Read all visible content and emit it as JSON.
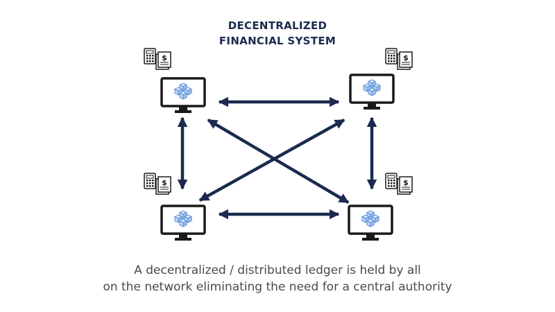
{
  "title": {
    "line1": "DECENTRALIZED",
    "line2": "FINANCIAL SYSTEM"
  },
  "caption": {
    "line1": "A decentralized / distributed ledger is held by all",
    "line2": "on the network eliminating the need for a central authority"
  },
  "nodes": [
    {
      "id": "top-left",
      "icons": [
        "computer-icon",
        "blockchain-icon",
        "calculator-icon",
        "ledger-icon"
      ]
    },
    {
      "id": "top-right",
      "icons": [
        "computer-icon",
        "blockchain-icon",
        "calculator-icon",
        "ledger-icon"
      ]
    },
    {
      "id": "bottom-left",
      "icons": [
        "computer-icon",
        "blockchain-icon",
        "calculator-icon",
        "ledger-icon"
      ]
    },
    {
      "id": "bottom-right",
      "icons": [
        "computer-icon",
        "blockchain-icon",
        "calculator-icon",
        "ledger-icon"
      ]
    }
  ],
  "connections": [
    {
      "from": "top-left",
      "to": "top-right"
    },
    {
      "from": "bottom-left",
      "to": "bottom-right"
    },
    {
      "from": "top-left",
      "to": "bottom-left"
    },
    {
      "from": "top-right",
      "to": "bottom-right"
    },
    {
      "from": "top-left",
      "to": "bottom-right"
    },
    {
      "from": "top-right",
      "to": "bottom-left"
    }
  ],
  "colors": {
    "arrow": "#1b2a4e",
    "monitor": "#1a1a1a",
    "cube": "#5b8fd6"
  }
}
